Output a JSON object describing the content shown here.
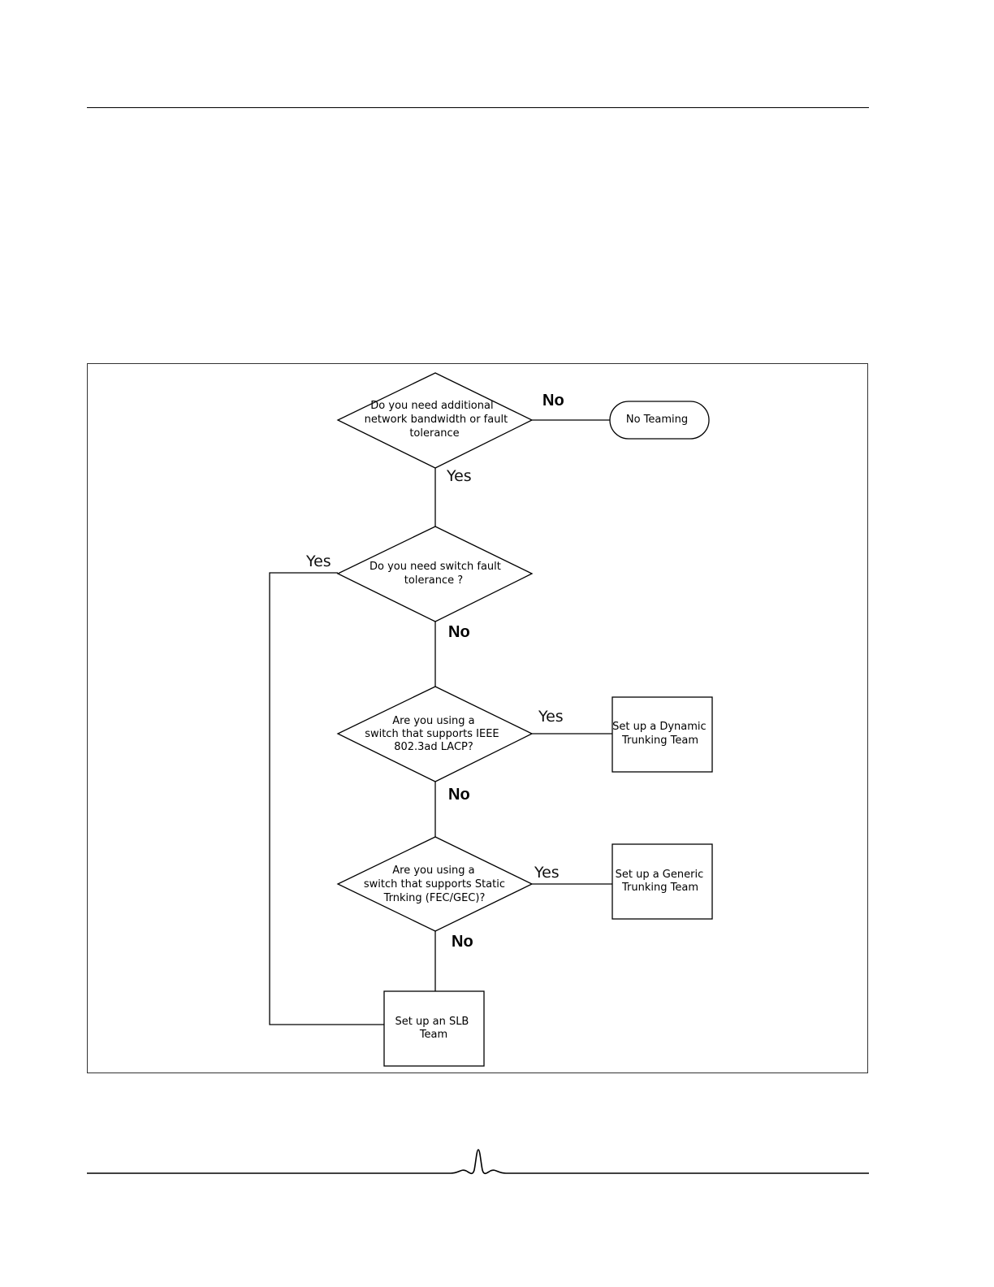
{
  "flowchart": {
    "decision_bandwidth": [
      "Do you need additional",
      "network  bandwidth or fault",
      "tolerance"
    ],
    "decision_switch_fault": [
      "Do you need switch fault",
      "tolerance ?"
    ],
    "decision_lacp": [
      "Are you using a",
      "switch that supports IEEE",
      "802.3ad LACP?"
    ],
    "decision_static": [
      "Are you using a",
      "switch that supports Static",
      "Trnking (FEC/GEC)?"
    ],
    "terminal_no_teaming": [
      "No Teaming"
    ],
    "process_dynamic": [
      "Set up a Dynamic",
      "Trunking Team"
    ],
    "process_generic": [
      "Set up a Generic",
      "Trunking Team"
    ],
    "process_slb": [
      "Set up an SLB",
      "Team"
    ],
    "edges": {
      "bandwidth_no": "No",
      "bandwidth_yes": "Yes",
      "switch_fault_yes": "Yes",
      "switch_fault_no": "No",
      "lacp_yes": "Yes",
      "lacp_no": "No",
      "static_yes": "Yes",
      "static_no": "No"
    }
  }
}
